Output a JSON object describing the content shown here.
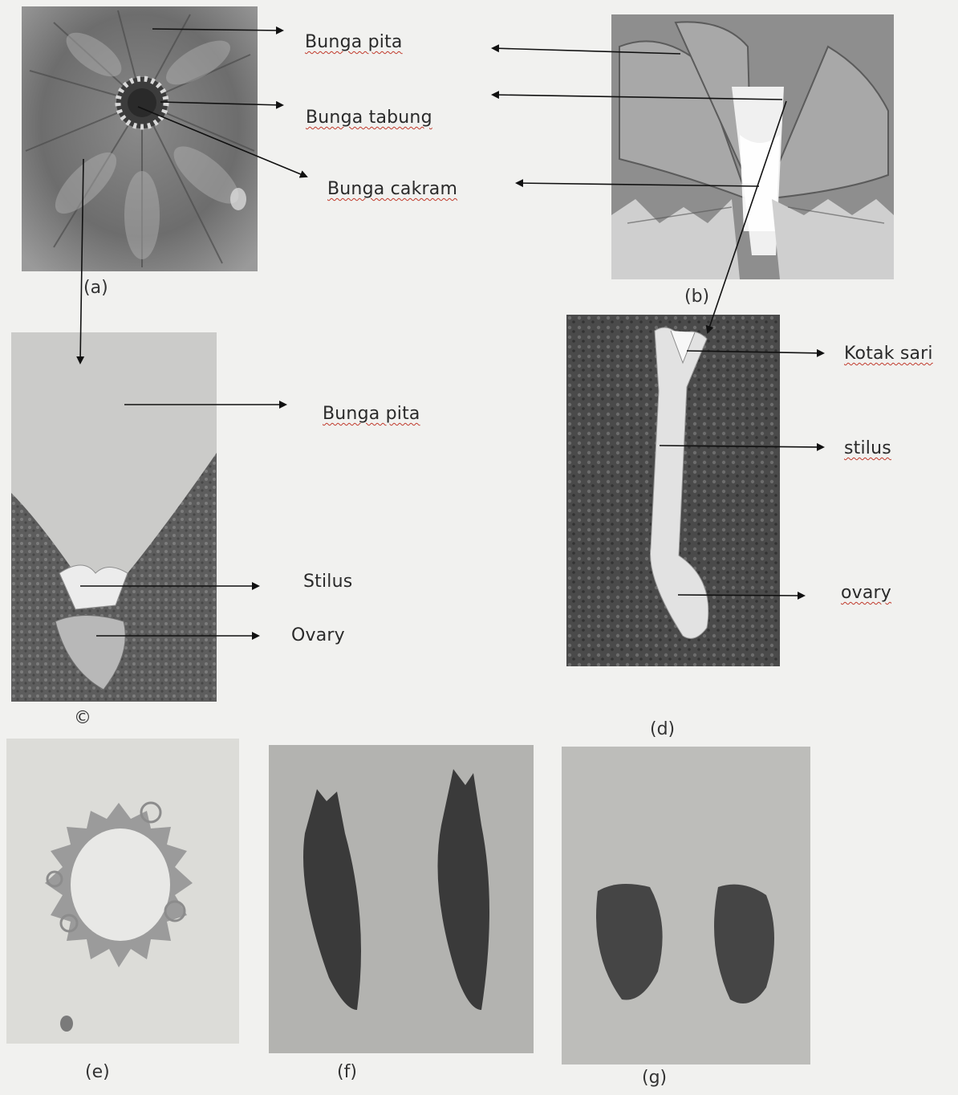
{
  "panel_a": {
    "caption": "(a)",
    "labels": {
      "bunga_pita": "Bunga pita",
      "bunga_tabung": "Bunga tabung",
      "bunga_cakram": "Bunga cakram"
    }
  },
  "panel_b": {
    "caption": "(b)"
  },
  "panel_c": {
    "caption": "©",
    "labels": {
      "bunga_pita": "Bunga pita",
      "stilus": "Stilus",
      "ovary": "Ovary"
    }
  },
  "panel_d": {
    "caption": "(d)",
    "labels": {
      "kotak_sari": "Kotak sari",
      "stilus": "stilus",
      "ovary": "ovary"
    }
  },
  "panel_e": {
    "caption": "(e)"
  },
  "panel_f": {
    "caption": "(f)"
  },
  "panel_g": {
    "caption": "(g)"
  }
}
